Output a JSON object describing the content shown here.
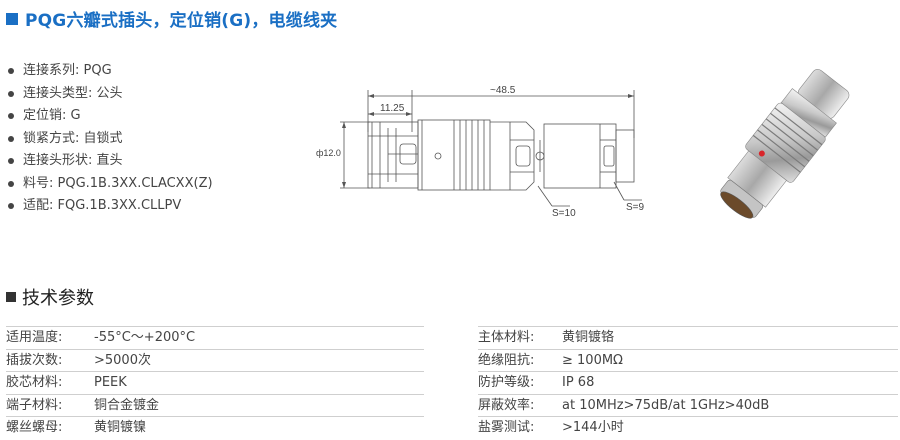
{
  "title": "PQG六瓣式插头，定位销(G)，电缆线夹",
  "specs": [
    "连接系列: PQG",
    "连接头类型: 公头",
    "定位销: G",
    "锁紧方式: 自锁式",
    "连接头形状: 直头",
    "料号: PQG.1B.3XX.CLACXX(Z)",
    "适配: FQG.1B.3XX.CLLPV"
  ],
  "drawing": {
    "dim_total": "~48.5",
    "dim_front": "11.25",
    "dim_diameter": "ф12.0",
    "wrench_1": "S=10",
    "wrench_2": "S=9"
  },
  "section_title": "技术参数",
  "params_left": [
    {
      "key": "适用温度:",
      "value": "-55°C～+200°C"
    },
    {
      "key": "插拔次数:",
      "value": ">5000次"
    },
    {
      "key": "胶芯材料:",
      "value": "PEEK"
    },
    {
      "key": "端子材料:",
      "value": "铜合金镀金"
    },
    {
      "key": "螺丝螺母:",
      "value": "黄铜镀镍"
    }
  ],
  "params_right": [
    {
      "key": "主体材料:",
      "value": "黄铜镀铬"
    },
    {
      "key": "绝缘阻抗:",
      "value": "≥ 100MΩ"
    },
    {
      "key": "防护等级:",
      "value": "IP 68"
    },
    {
      "key": "屏蔽效率:",
      "value": "at 10MHz>75dB/at 1GHz>40dB"
    },
    {
      "key": "盐雾测试:",
      "value": ">144小时"
    }
  ],
  "colors": {
    "accent": "#1a6fc4",
    "text": "#444444",
    "rule": "#cfcfcf"
  }
}
